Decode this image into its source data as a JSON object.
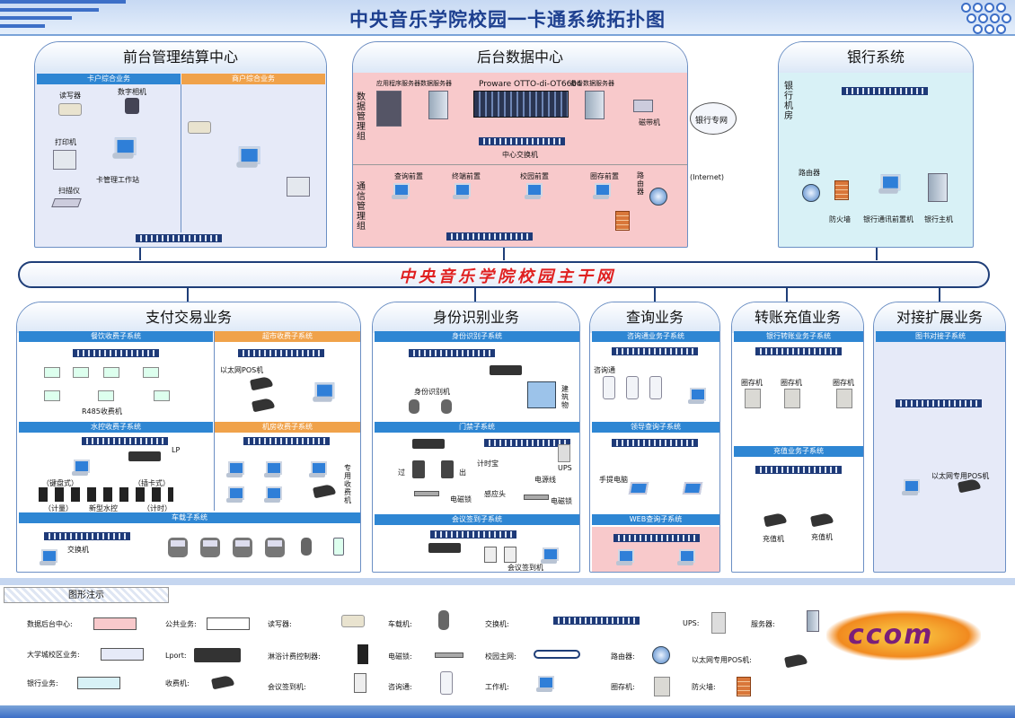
{
  "title": "中央音乐学院校园一卡通系统拓扑图",
  "front": {
    "title": "前台管理结算中心",
    "card_bar": "卡户综合业务",
    "merchant_bar": "商户综合业务",
    "reader": "读写器",
    "camera": "数字相机",
    "printer": "打印机",
    "scanner": "扫描仪",
    "workstation": "卡管理工作站"
  },
  "backend": {
    "title": "后台数据中心",
    "group1": "数据管理组",
    "group2": "通信管理组",
    "app_db": "应用程序服务器数据服务器",
    "proware": "Proware OTTO-di-OT6604",
    "backup": "备份数据服务器",
    "tape": "磁带机",
    "core_switch": "中心交换机",
    "query": "查询前置",
    "terminal": "终端前置",
    "campus": "校园前置",
    "circle": "圈存前置",
    "router": "路由器"
  },
  "cloud": {
    "label": "银行专网",
    "internet": "(Internet)"
  },
  "bank": {
    "title": "银行系统",
    "room": "银行机房",
    "router": "路由器",
    "firewall": "防火墙",
    "bank_comm": "银行通讯前置机",
    "bank_host": "银行主机"
  },
  "backbone": "中央音乐学院校园主干网",
  "pay": {
    "title": "支付交易业务",
    "dining": "餐饮收费子系统",
    "supermarket": "超市收费子系统",
    "eth_pos": "以太网POS机",
    "r485": "R485收费机",
    "water": "水控收费子系统",
    "lport": "LP",
    "keypad": "（键盘式）",
    "count": "（计量）",
    "card_insert": "（插卡式）",
    "timer": "（计时）",
    "new_water": "新型水控",
    "machine_room": "机房收费子系统",
    "dedicated": "专用收费机",
    "vehicle": "车载子系统",
    "switch": "交换机"
  },
  "identity": {
    "title": "身份识别业务",
    "sub": "身份识别子系统",
    "reader": "身份识别机",
    "building": "建筑物",
    "door": "门禁子系统",
    "pass": "过",
    "exit": "出",
    "timer": "计时宝",
    "ups": "UPS",
    "power": "电源线",
    "sensor": "感应头",
    "lock": "电磁锁",
    "lock2": "电磁锁",
    "meeting": "会议签到子系统",
    "meeting_m": "会议签到机"
  },
  "query": {
    "title": "查询业务",
    "sub": "咨询通业务子系统",
    "kiosk": "咨询通",
    "leader": "领导查询子系统",
    "laptop": "手提电脑",
    "web": "WEB查询子系统"
  },
  "transfer": {
    "title": "转账充值业务",
    "bank_sub": "银行转账业务子系统",
    "circle1": "圈存机",
    "circle2": "圈存机",
    "circle3": "圈存机",
    "recharge": "充值业务子系统",
    "rc1": "充值机",
    "rc2": "充值机"
  },
  "ext": {
    "title": "对接扩展业务",
    "lib": "图书对接子系统",
    "pos": "以太网专用POS机"
  },
  "legend": {
    "title": "图形注示",
    "dc": "数据后台中心:",
    "public": "公共业务:",
    "reader": "读写器:",
    "bus": "车载机:",
    "switch": "交换机:",
    "ups": "UPS:",
    "server": "服务器:",
    "campus": "大学城校区业务:",
    "lport": "Lport:",
    "bath": "淋浴计费控制器:",
    "lock": "电磁锁:",
    "backbone": "校园主网:",
    "router": "路由器:",
    "pos": "以太网专用POS机:",
    "bank": "银行业务:",
    "fee": "收费机:",
    "meeting": "会议签到机:",
    "kiosk": "咨询通:",
    "ws": "工作机:",
    "circle": "圈存机:",
    "fw": "防火墙:"
  },
  "logo": "ccom",
  "colors": {
    "pink": "#f8c9cb",
    "blue": "#e6eaf8",
    "lightblue": "#e2f3fb",
    "cyan": "#d8f1f6"
  }
}
